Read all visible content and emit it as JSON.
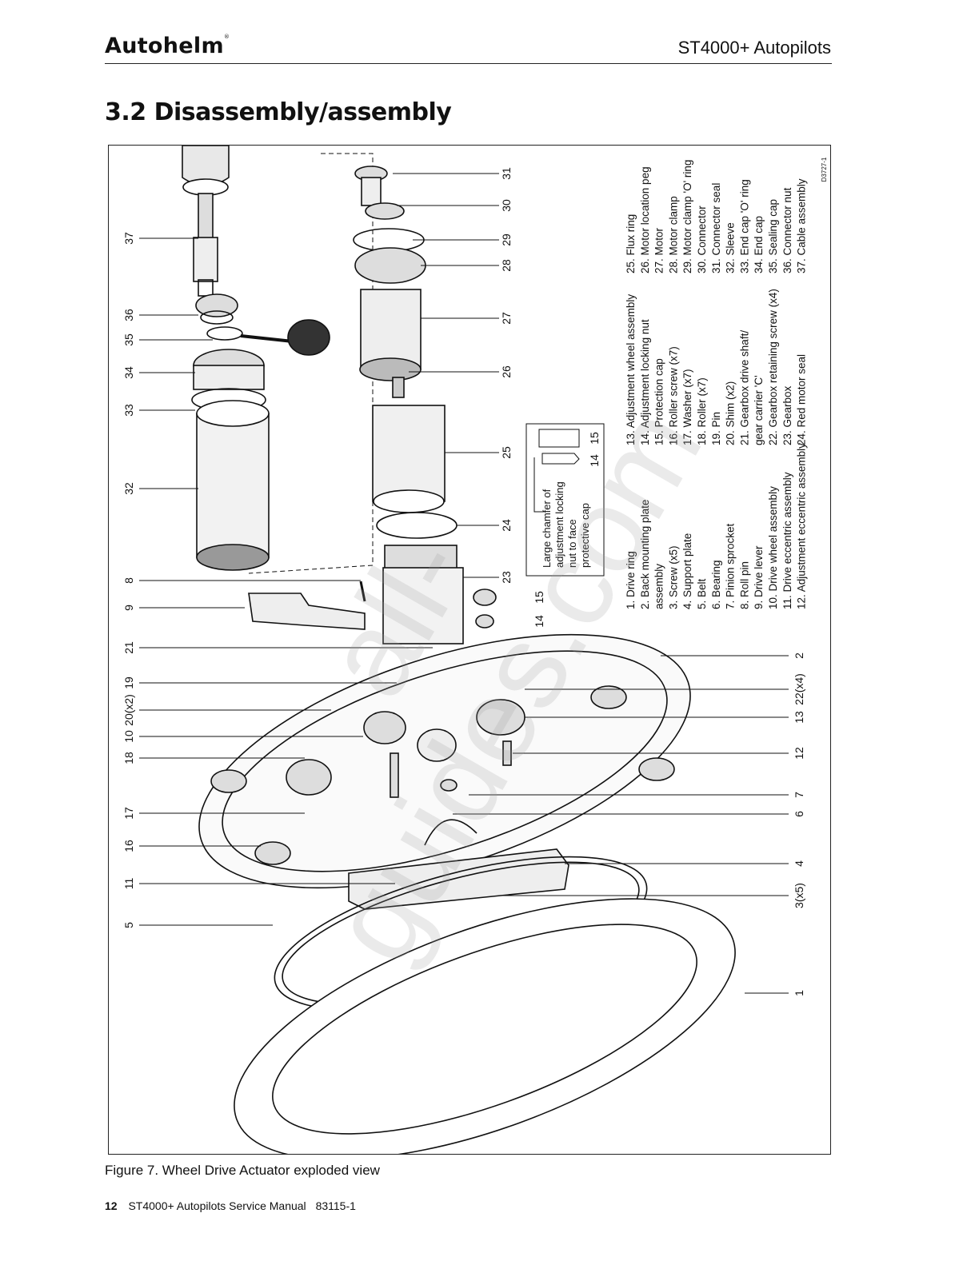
{
  "header": {
    "brand": "Autohelm",
    "brand_mark": "®",
    "doc_title": "ST4000+  Autopilots"
  },
  "section": {
    "title": "3.2 Disassembly/assembly"
  },
  "figure": {
    "drawing_code": "D3727-1",
    "chamfer_note": [
      "Large chamfer of",
      "adjustment locking",
      "nut to face",
      "protective cap"
    ],
    "chamfer_note_labels": [
      "14",
      "15"
    ],
    "labels_left": [
      "37",
      "36",
      "35",
      "34",
      "33",
      "32",
      "8",
      "9",
      "21",
      "19",
      "20(x2)",
      "10",
      "18",
      "17",
      "16",
      "11",
      "5"
    ],
    "labels_center": [
      "31",
      "30",
      "29",
      "28",
      "27",
      "26",
      "25",
      "24",
      "23",
      "15",
      "14"
    ],
    "labels_right": [
      "2",
      "22(x4)",
      "13",
      "12",
      "7",
      "6",
      "4",
      "3(x5)",
      "1"
    ],
    "parts_list_col1": [
      "1. Drive ring",
      "2. Back mounting plate",
      "    assembly",
      "3. Screw (x5)",
      "4. Support plate",
      "5. Belt",
      "6. Bearing",
      "7. Pinion sprocket",
      "8. Roll pin",
      "9. Drive lever",
      "10. Drive wheel assembly",
      "11. Drive eccentric assembly",
      "12. Adjustment eccentric assembly"
    ],
    "parts_list_col2": [
      "13. Adjustment wheel assembly",
      "14. Adjustment locking nut",
      "15. Protection cap",
      "16. Roller screw (x7)",
      "17. Washer (x7)",
      "18. Roller (x7)",
      "19. Pin",
      "20. Shim (x2)",
      "21. Gearbox drive shaft/",
      "    gear carrier 'C'",
      "22. Gearbox retaining screw (x4)",
      "23. Gearbox",
      "24. Red motor seal"
    ],
    "parts_list_col3": [
      "25. Flux ring",
      "26. Motor location peg",
      "27. Motor",
      "28. Motor clamp",
      "29. Motor clamp 'O' ring",
      "30. Connector",
      "31. Connector seal",
      "32. Sleeve",
      "33. End cap 'O' ring",
      "34. End cap",
      "35. Sealing cap",
      "36. Connector nut",
      "37. Cable assembly"
    ]
  },
  "caption": "Figure 7.  Wheel Drive Actuator exploded view",
  "footer": {
    "page_number": "12",
    "manual_title": "ST4000+ Autopilots Service Manual",
    "part_number": "83115-1"
  },
  "watermark": "all-guides.com"
}
